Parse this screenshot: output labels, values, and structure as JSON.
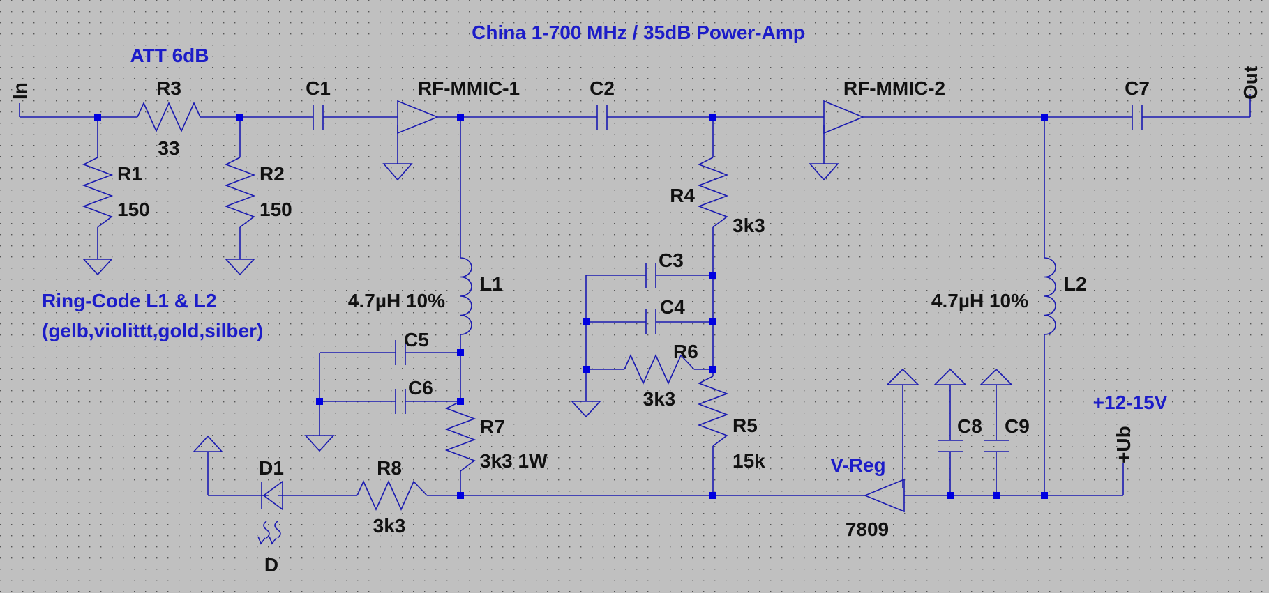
{
  "title": "China 1-700 MHz / 35dB Power-Amp",
  "notes": {
    "att": "ATT 6dB",
    "ring_code_line1": "Ring-Code L1 & L2",
    "ring_code_line2": "(gelb,violittt,gold,silber)",
    "supply": "+12-15V",
    "vreg": "V-Reg"
  },
  "ports": {
    "in": "In",
    "out": "Out",
    "ub": "+Ub"
  },
  "components": {
    "R1": {
      "name": "R1",
      "value": "150"
    },
    "R2": {
      "name": "R2",
      "value": "150"
    },
    "R3": {
      "name": "R3",
      "value": "33"
    },
    "R4": {
      "name": "R4",
      "value": "3k3"
    },
    "R5": {
      "name": "R5",
      "value": "15k"
    },
    "R6": {
      "name": "R6",
      "value": "3k3"
    },
    "R7": {
      "name": "R7",
      "value": "3k3 1W"
    },
    "R8": {
      "name": "R8",
      "value": "3k3"
    },
    "C1": {
      "name": "C1"
    },
    "C2": {
      "name": "C2"
    },
    "C3": {
      "name": "C3"
    },
    "C4": {
      "name": "C4"
    },
    "C5": {
      "name": "C5"
    },
    "C6": {
      "name": "C6"
    },
    "C7": {
      "name": "C7"
    },
    "C8": {
      "name": "C8"
    },
    "C9": {
      "name": "C9"
    },
    "L1": {
      "name": "L1",
      "value": "4.7µH 10%"
    },
    "L2": {
      "name": "L2",
      "value": "4.7µH 10%"
    },
    "D1": {
      "name": "D1",
      "value": "D"
    },
    "U1": {
      "name": "RF-MMIC-1"
    },
    "U2": {
      "name": "RF-MMIC-2"
    },
    "U3": {
      "name": "V-Reg",
      "value": "7809"
    }
  },
  "colors": {
    "background": "#c0c0c0",
    "wire": "#1a1ab0",
    "junction": "#0000e0",
    "note_text": "#1c1cc8",
    "label_text": "#111111"
  }
}
